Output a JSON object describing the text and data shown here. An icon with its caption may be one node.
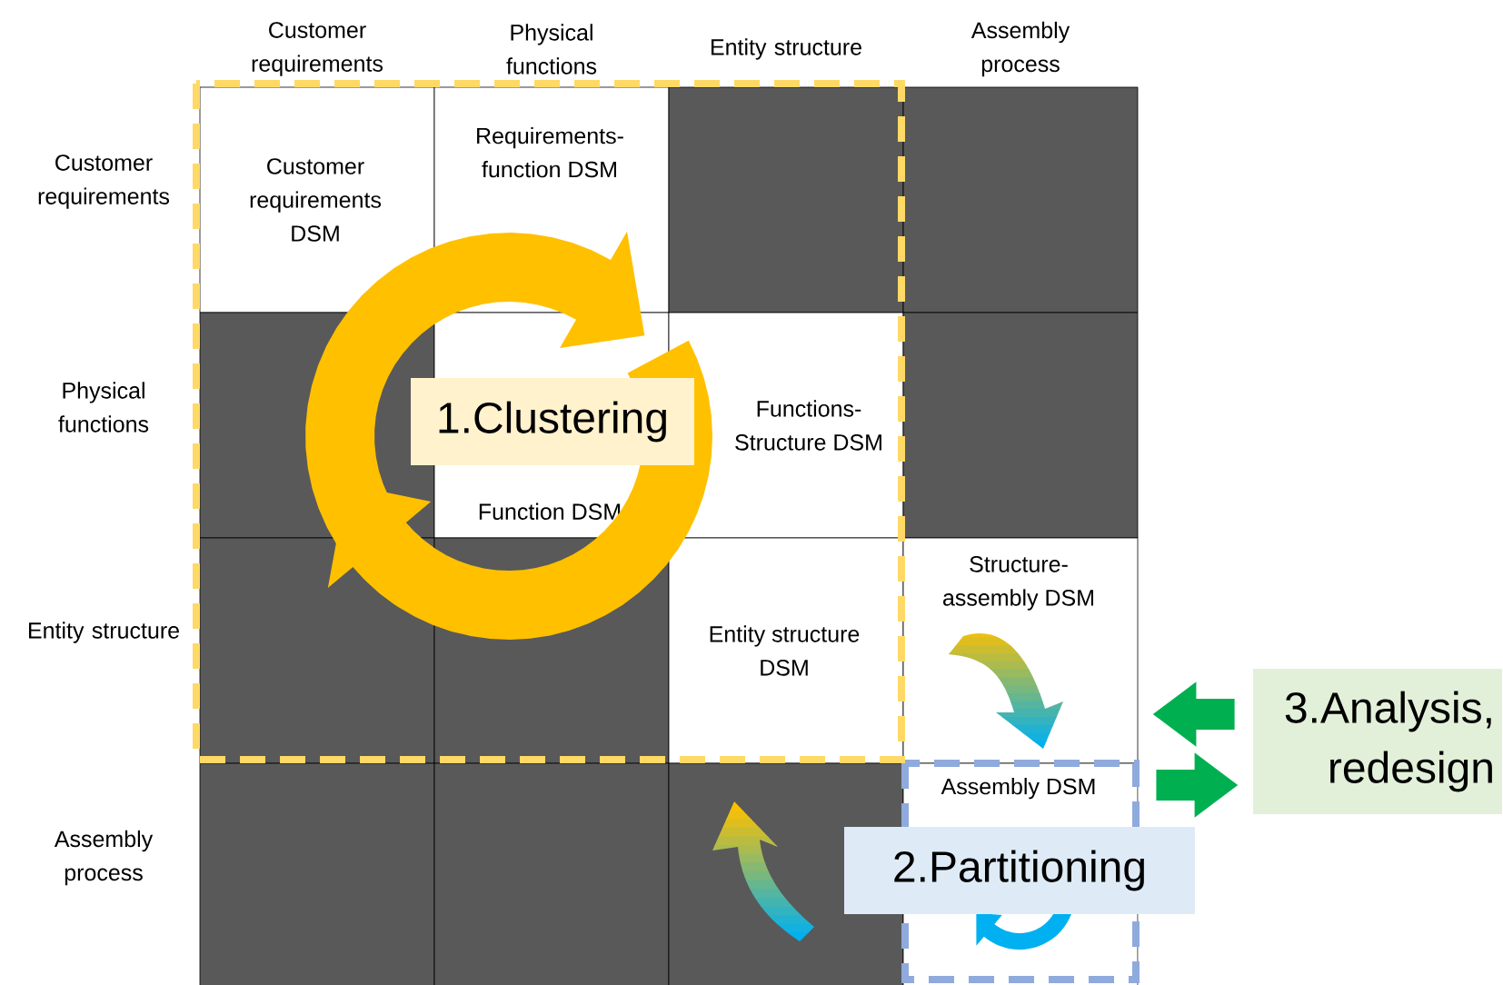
{
  "diagram": {
    "nodes": [
      {
        "text": [
          "Customer requirements DSM"
        ]
      },
      {
        "text": [
          "Requirements-function DSM"
        ]
      },
      {
        "text": [],
        "shape": "box"
      },
      {
        "text": [],
        "shape": "box"
      },
      {
        "text": [],
        "shape": "box"
      },
      {
        "text": [
          "Function DSM"
        ]
      },
      {
        "text": [
          "Functions-Structure DSM"
        ]
      },
      {
        "text": [],
        "shape": "box"
      },
      {
        "text": [],
        "shape": "box"
      },
      {
        "text": [],
        "shape": "box"
      },
      {
        "text": [
          "Entity structure DSM"
        ]
      },
      {
        "text": [
          "Structure-assembly DSM"
        ]
      },
      {
        "text": [],
        "shape": "box"
      },
      {
        "text": [],
        "shape": "box"
      },
      {
        "text": [],
        "shape": "box"
      },
      {
        "text": [
          "Assembly DSM"
        ]
      },
      {
        "text": [
          "1.Clustering"
        ]
      },
      {
        "text": [
          "2.Partitioning"
        ]
      },
      {
        "text": [
          "3.Analysis, redesign"
        ]
      }
    ],
    "edges": [
      {
        "from": 18,
        "to": 11,
        "arrow": "to"
      },
      {
        "from": 15,
        "to": 18,
        "arrow": "to"
      }
    ],
    "labels": [
      "Customer requirements",
      "Physical functions",
      "Entity structure",
      "Assembly process",
      "Customer requirements",
      "Physical functions",
      "Entity structure",
      "Assembly process"
    ]
  }
}
